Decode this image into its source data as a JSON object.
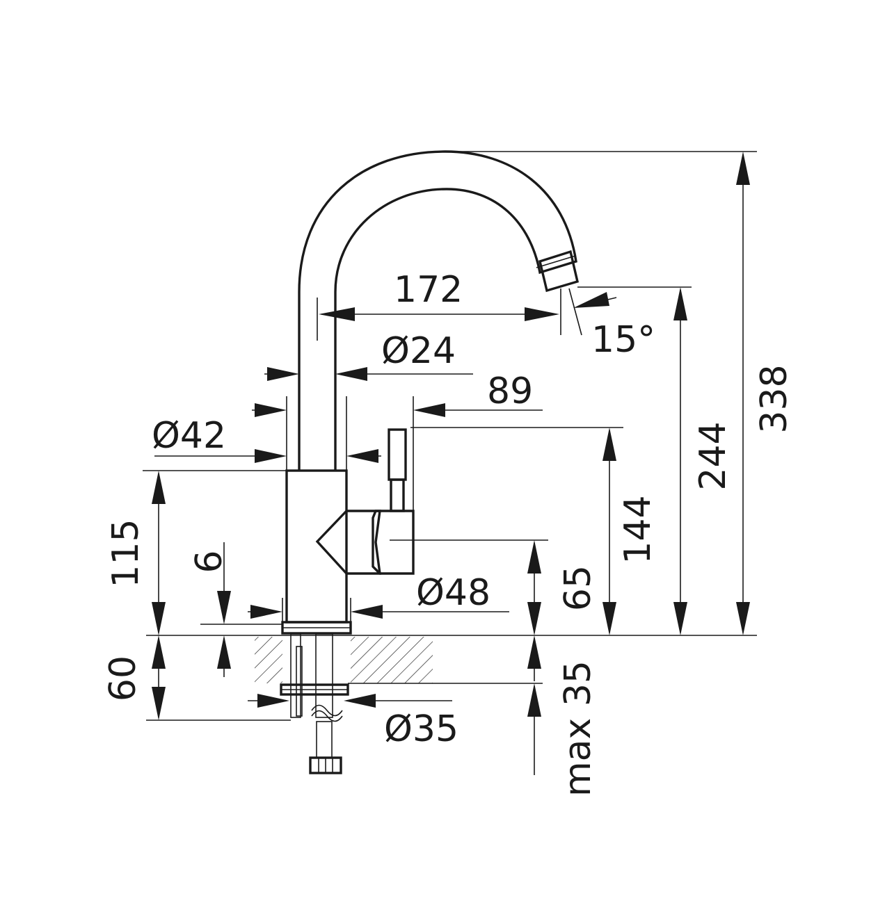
{
  "colors": {
    "line": "#1a1a1a",
    "background": "#ffffff"
  },
  "dimensions": {
    "reach": "172",
    "aerator_angle": "15°",
    "spout_diameter": "Ø24",
    "handle_offset": "89",
    "body_diameter": "Ø42",
    "body_height": "115",
    "base_gap": "6",
    "base_diameter": "Ø48",
    "lever_axis_height": "65",
    "lever_top_height": "144",
    "outlet_height": "244",
    "total_height": "338",
    "below_deck": "60",
    "shank_diameter": "Ø35",
    "max_deck_thickness": "max 35"
  }
}
